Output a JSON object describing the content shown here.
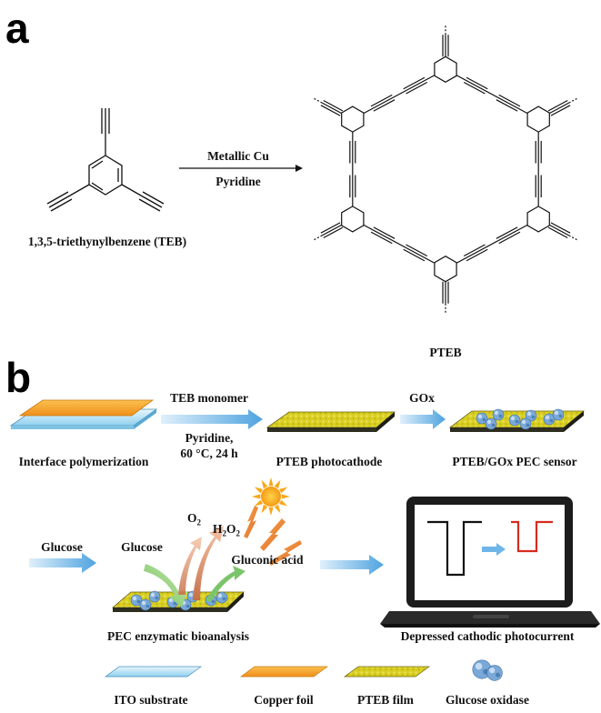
{
  "panel_a": {
    "letter": "a",
    "monomer_name": "1,3,5-triethynylbenzene (TEB)",
    "reagent_line1": "Metallic Cu",
    "reagent_line2": "Pyridine",
    "polymer_name": "PTEB"
  },
  "panel_b": {
    "letter": "b",
    "step1_line1": "TEB monomer",
    "step1_line2": "Pyridine,",
    "step1_line3": "60 °C, 24 h",
    "step2_label": "GOx",
    "stage1_caption": "Interface polymerization",
    "stage2_caption": "PTEB photocathode",
    "stage3_caption": "PTEB/GOx PEC sensor",
    "glucose_input": "Glucose",
    "glucose_label": "Glucose",
    "o2_label": "O",
    "o2_sub": "2",
    "h2o2_h": "H",
    "h2o2_sub1": "2",
    "h2o2_o": "O",
    "h2o2_sub2": "2",
    "gluconic_label": "Gluconic acid",
    "bioanalysis_caption": "PEC enzymatic bioanalysis",
    "photocurrent_caption": "Depressed cathodic photocurrent"
  },
  "legend": [
    {
      "label": "ITO substrate",
      "swatch": "ito-swatch"
    },
    {
      "label": "Copper foil",
      "swatch": "copper-swatch"
    },
    {
      "label": "PTEB film",
      "swatch": "pteb-swatch"
    },
    {
      "label": "Glucose oxidase",
      "swatch": "enzyme-icon"
    }
  ],
  "colors": {
    "ito": "#bfe6f7",
    "copper": "#f6a623",
    "pteb": "#d8d020",
    "arrow_blue": "#6fb6e8",
    "signal_red": "#d62b1e",
    "enzyme": "#7aa9d8",
    "sun": "#f7b21a"
  }
}
